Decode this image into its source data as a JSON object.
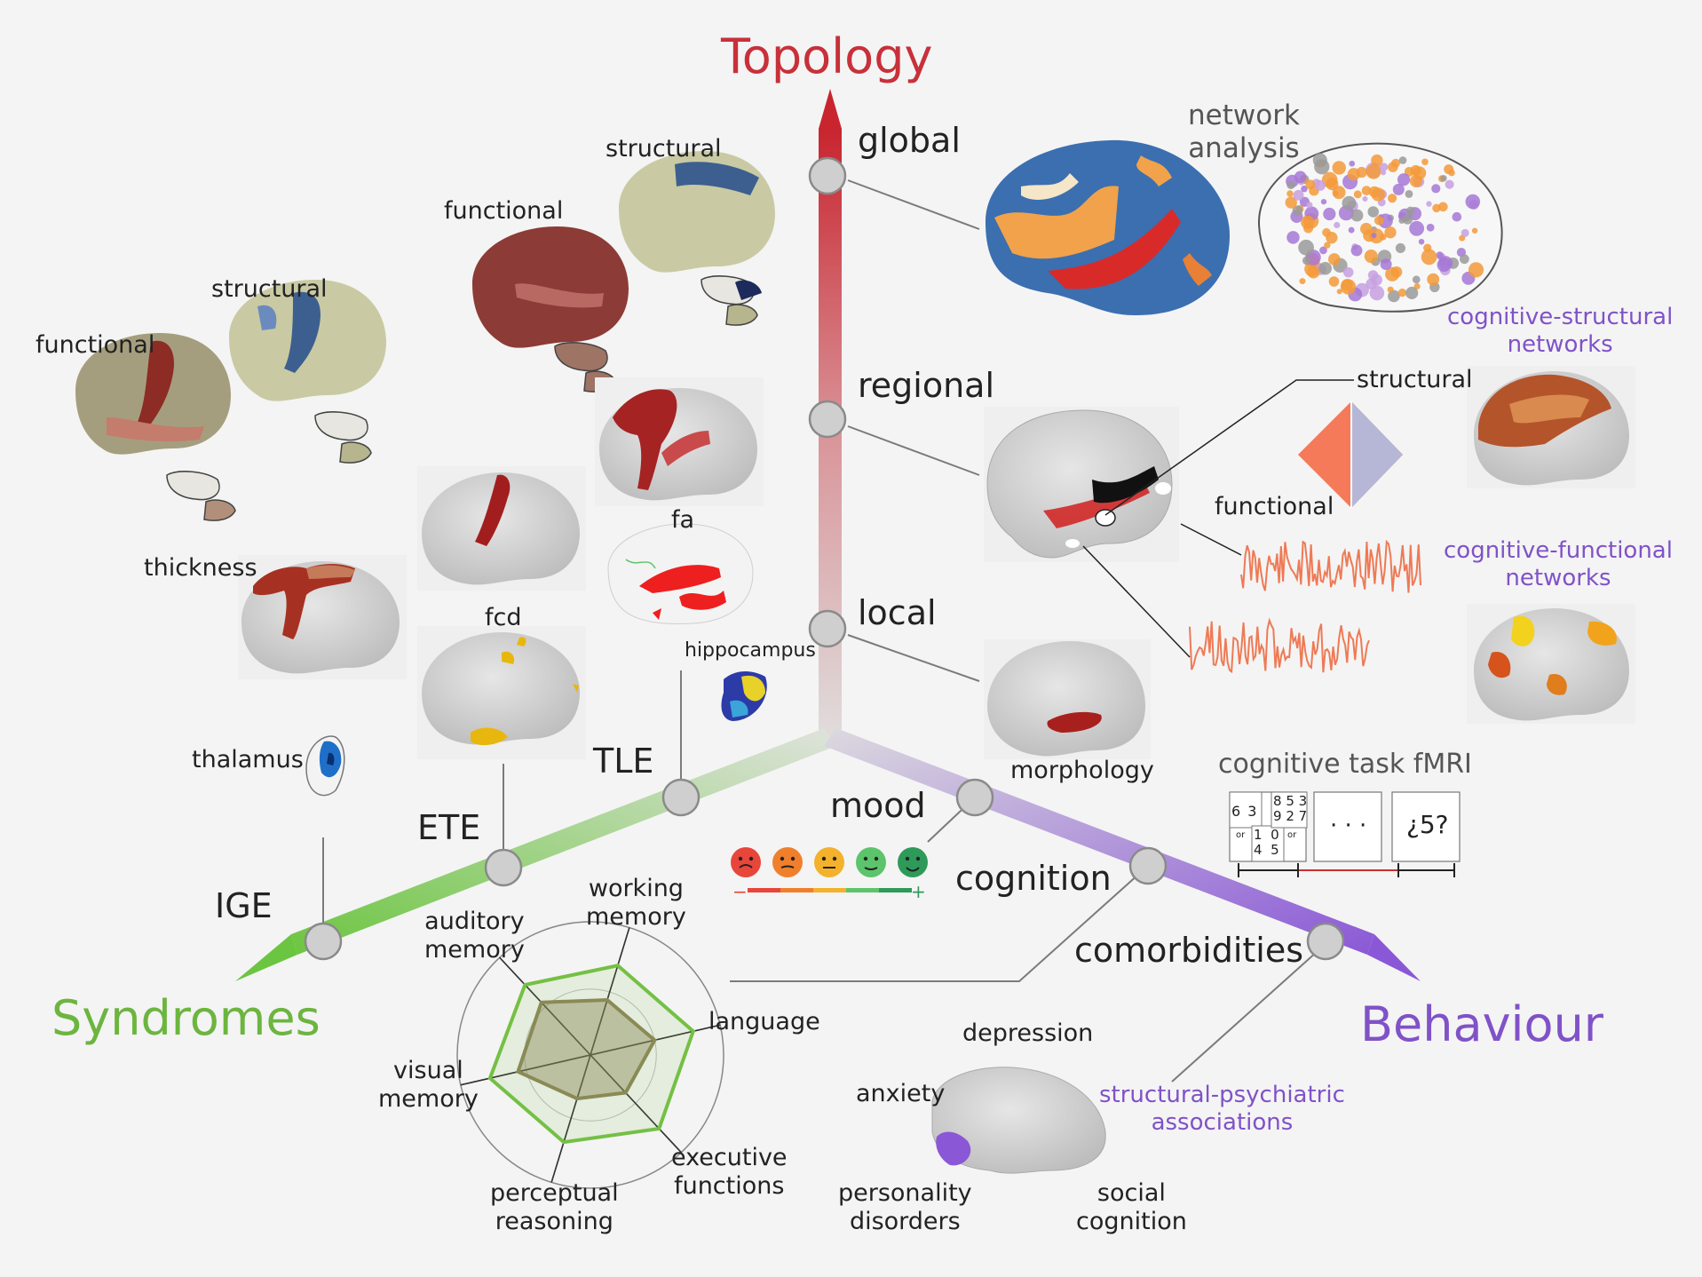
{
  "axes": {
    "topology": {
      "title": "Topology",
      "color": "#c8303a",
      "nodes": [
        "global",
        "regional",
        "local"
      ]
    },
    "syndromes": {
      "title": "Syndromes",
      "color": "#6cb53f",
      "nodes": [
        "TLE",
        "ETE",
        "IGE"
      ]
    },
    "behaviour": {
      "title": "Behaviour",
      "color": "#8052c8",
      "nodes": [
        "mood",
        "cognition",
        "comorbidities"
      ]
    }
  },
  "topology_labels": {
    "network_analysis": [
      "network",
      "analysis"
    ],
    "structural": "structural",
    "functional": "functional",
    "cog_structural": [
      "cognitive-structural",
      "networks"
    ],
    "cog_functional": [
      "cognitive-functional",
      "networks"
    ],
    "morphology": "morphology"
  },
  "syndrome_labels": {
    "functional_a": "functional",
    "structural_a": "structural",
    "functional_b": "functional",
    "structural_b": "structural",
    "thickness": "thickness",
    "fcd": "fcd",
    "fa": "fa",
    "hippocampus": "hippocampus",
    "thalamus": "thalamus"
  },
  "task": {
    "title": "cognitive task fMRI",
    "grid_a": [
      "6",
      "3",
      "1",
      "4",
      "0",
      "5"
    ],
    "grid_b": [
      "8",
      "5",
      "3",
      "9",
      "2",
      "7"
    ],
    "or": "or",
    "dots": "· · ·",
    "question": "¿5?"
  },
  "mood_scale": {
    "minus": "−",
    "plus": "+",
    "faces": [
      "#e8463a",
      "#f07f2c",
      "#f3b12c",
      "#5cc46b",
      "#2e9a5a"
    ],
    "bar_colors": [
      "#e8463a",
      "#f07f2c",
      "#f3b12c",
      "#5cc46b",
      "#2e9a5a"
    ]
  },
  "radar": {
    "labels": [
      "working memory",
      "language",
      "executive functions",
      "perceptual reasoning",
      "visual memory",
      "auditory memory"
    ],
    "label_lines": [
      [
        "working",
        "memory"
      ],
      [
        "language"
      ],
      [
        "executive",
        "functions"
      ],
      [
        "perceptual",
        "reasoning"
      ],
      [
        "visual",
        "memory"
      ],
      [
        "auditory",
        "memory"
      ]
    ],
    "outer_values": [
      0.78,
      0.88,
      0.84,
      0.76,
      0.86,
      0.8
    ],
    "inner_values": [
      0.48,
      0.55,
      0.43,
      0.38,
      0.62,
      0.6
    ],
    "outer_color": "#74c044",
    "inner_color": "#8a8a55"
  },
  "comorbidity_labels": {
    "depression": "depression",
    "anxiety": "anxiety",
    "personality": [
      "personality",
      "disorders"
    ],
    "social": [
      "social",
      "cognition"
    ],
    "struct_psych": [
      "structural-psychiatric",
      "associations"
    ]
  }
}
